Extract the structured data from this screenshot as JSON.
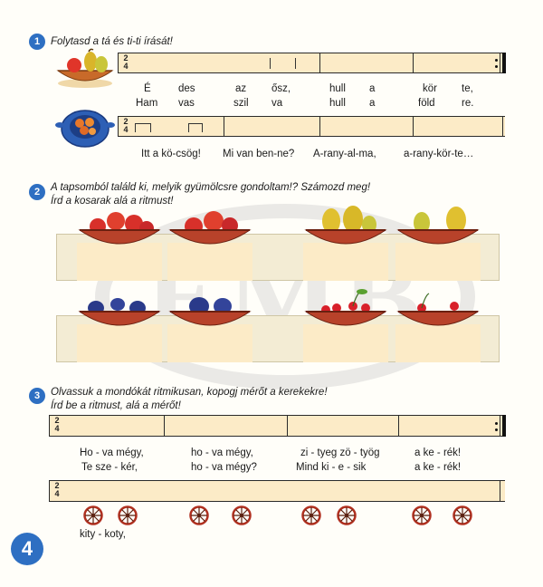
{
  "exercise1": {
    "number": "1",
    "instruction": "Folytasd a tá és ti-ti írását!",
    "time_signature": {
      "top": "2",
      "bottom": "4"
    },
    "lyrics_row1": [
      "É",
      "des",
      "az",
      "ősz,",
      "hull",
      "a",
      "kör",
      "te,"
    ],
    "lyrics_row2": [
      "Ham",
      "vas",
      "szil",
      "va",
      "hull",
      "a",
      "föld",
      "re."
    ],
    "lyrics_row3": [
      "Itt a kö-csög!",
      "Mi van ben-ne?",
      "A-rany-al-ma,",
      "a-rany-kör-te…"
    ]
  },
  "exercise2": {
    "number": "2",
    "instruction_line1": "A tapsomból találd ki, melyik gyümölcsre gondoltam!? Számozd meg!",
    "instruction_line2": "Írd a kosarak alá a ritmust!"
  },
  "exercise3": {
    "number": "3",
    "instruction_line1": "Olvassuk a mondókát ritmikusan, kopogj mérőt a kerekekre!",
    "instruction_line2": "Írd be a ritmust, alá a mérőt!",
    "time_signature": {
      "top": "2",
      "bottom": "4"
    },
    "lyrics_row1": [
      "Ho - va mégy,",
      "ho - va mégy,",
      "zi - tyeg zö - työg",
      "a  ke - rék!"
    ],
    "lyrics_row2": [
      "Te  sze - kér,",
      "ho - va mégy?",
      "Mind  ki - e - sik",
      "a  ke - rék!"
    ],
    "lyrics_row3": "kity  -  koty,"
  },
  "page_number": "4",
  "colors": {
    "accent": "#2e6fc2",
    "staff_fill": "#fcebc7"
  }
}
